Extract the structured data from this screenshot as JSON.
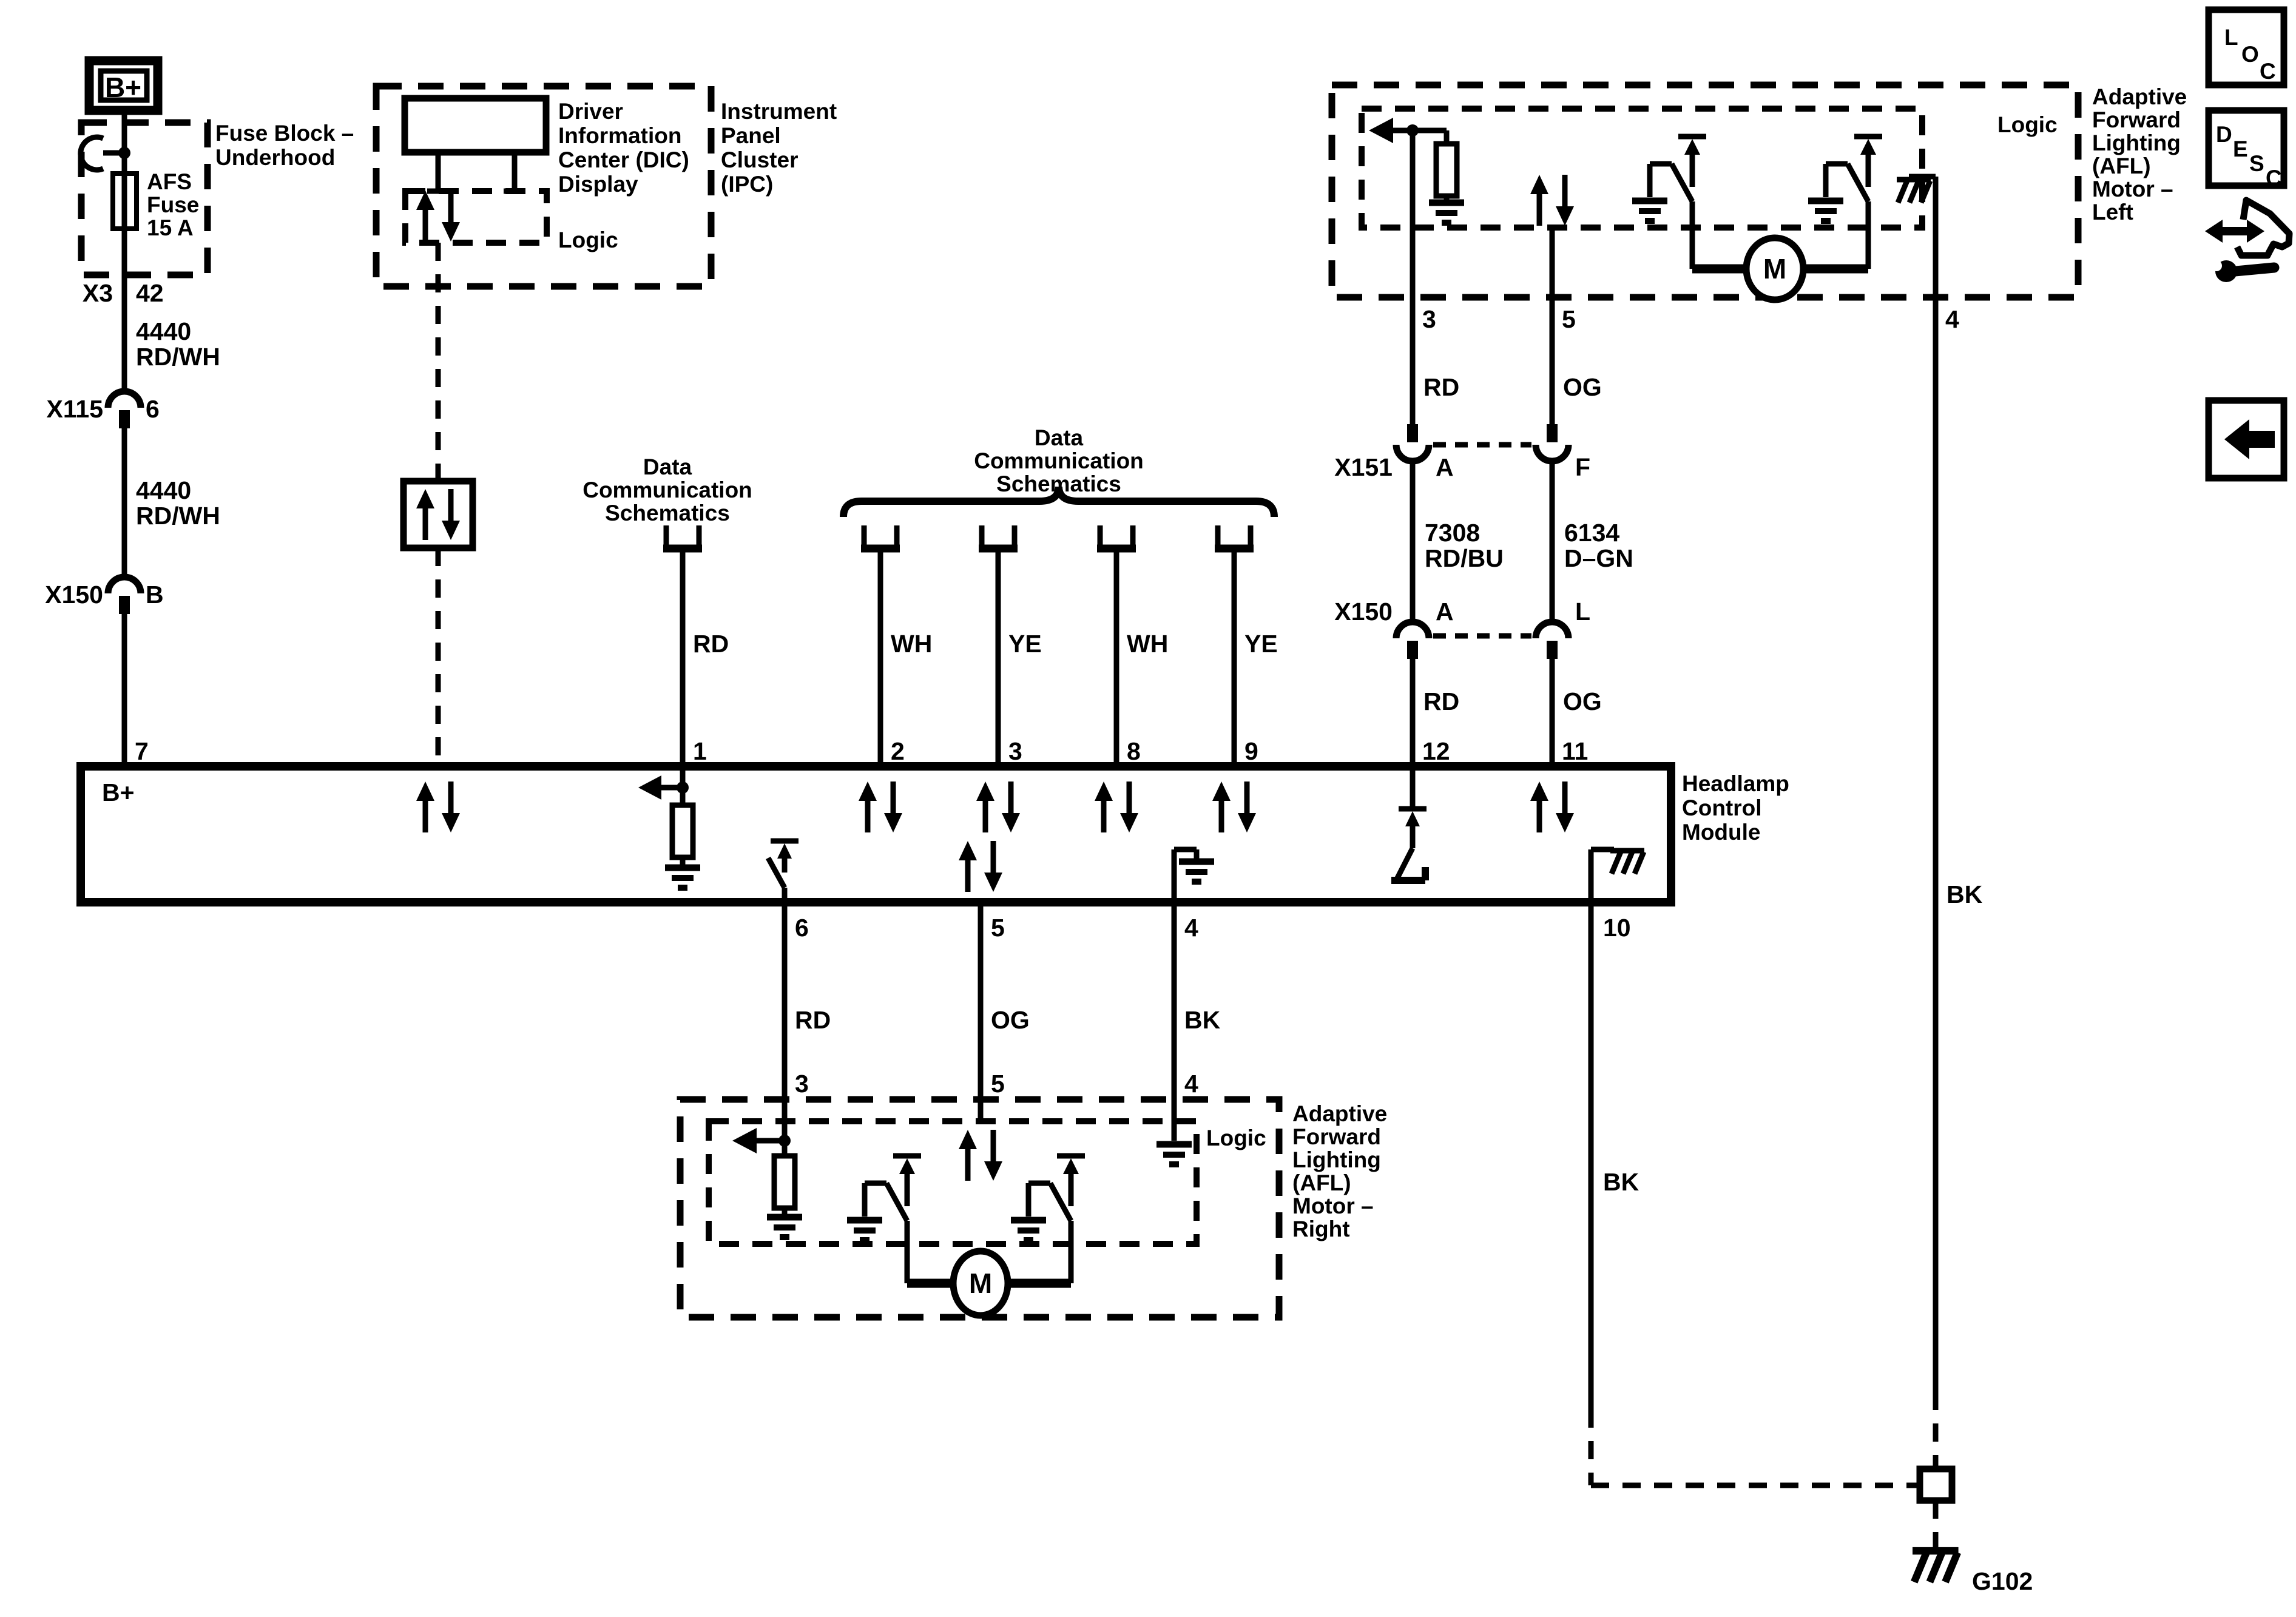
{
  "b_plus_terminal": "B+",
  "fuse_block": {
    "name_line1": "Fuse Block –",
    "name_line2": "Underhood",
    "fuse_line1": "AFS",
    "fuse_line2": "Fuse",
    "fuse_line3": "15 A",
    "connector": "X3",
    "terminal": "42"
  },
  "left_rail": {
    "circuit_a": "4440",
    "color_a": "RD/WH",
    "conn_b": "X115",
    "pin_b": "6",
    "circuit_c": "4440",
    "color_c": "RD/WH",
    "conn_d": "X150",
    "pin_d": "B"
  },
  "ipc": {
    "name": [
      "Instrument",
      "Panel",
      "Cluster",
      "(IPC)"
    ],
    "dic": [
      "Driver",
      "Information",
      "Center (DIC)",
      "Display"
    ],
    "logic": "Logic"
  },
  "datacomm_left": {
    "line1": "Data",
    "line2": "Communication",
    "line3": "Schematics",
    "wire_color": "RD"
  },
  "datacomm_right": {
    "line1": "Data",
    "line2": "Communication",
    "line3": "Schematics",
    "wire_colors": [
      "WH",
      "YE",
      "WH",
      "YE"
    ]
  },
  "module": {
    "name": [
      "Headlamp",
      "Control",
      "Module"
    ],
    "internal_b_plus": "B+",
    "top_pins": [
      "7",
      "1",
      "2",
      "3",
      "8",
      "9",
      "12",
      "11"
    ],
    "bottom_pins": [
      "6",
      "5",
      "4",
      "10"
    ]
  },
  "afl_left": {
    "logic": "Logic",
    "name": [
      "Adaptive",
      "Forward",
      "Lighting",
      "(AFL)",
      "Motor –",
      "Left"
    ],
    "pin3": "3",
    "pin5": "5",
    "pin4": "4",
    "motor": "M"
  },
  "right_chain": {
    "color_top_left": "RD",
    "color_top_right": "OG",
    "conn_top": "X151",
    "pin_top_left": "A",
    "pin_top_right": "F",
    "circuit_left": "7308",
    "circuit_left_color": "RD/BU",
    "circuit_right": "6134",
    "circuit_right_color": "D–GN",
    "conn_bottom": "X150",
    "pin_bottom_left": "A",
    "pin_bottom_right": "L",
    "color_bottom_left": "RD",
    "color_bottom_right": "OG"
  },
  "bottom_chain": {
    "color_left": "RD",
    "color_mid": "OG",
    "color_right": "BK",
    "pin_left": "3",
    "pin_mid": "5",
    "pin_right": "4"
  },
  "afl_right": {
    "logic": "Logic",
    "name": [
      "Adaptive",
      "Forward",
      "Lighting",
      "(AFL)",
      "Motor –",
      "Right"
    ],
    "motor": "M"
  },
  "grounds": {
    "bk_module": "BK",
    "bk_afl": "BK",
    "g102": "G102"
  },
  "legend": {
    "loc": [
      "L",
      "O",
      "C"
    ],
    "desc": [
      "D",
      "E",
      "S",
      "C"
    ]
  }
}
